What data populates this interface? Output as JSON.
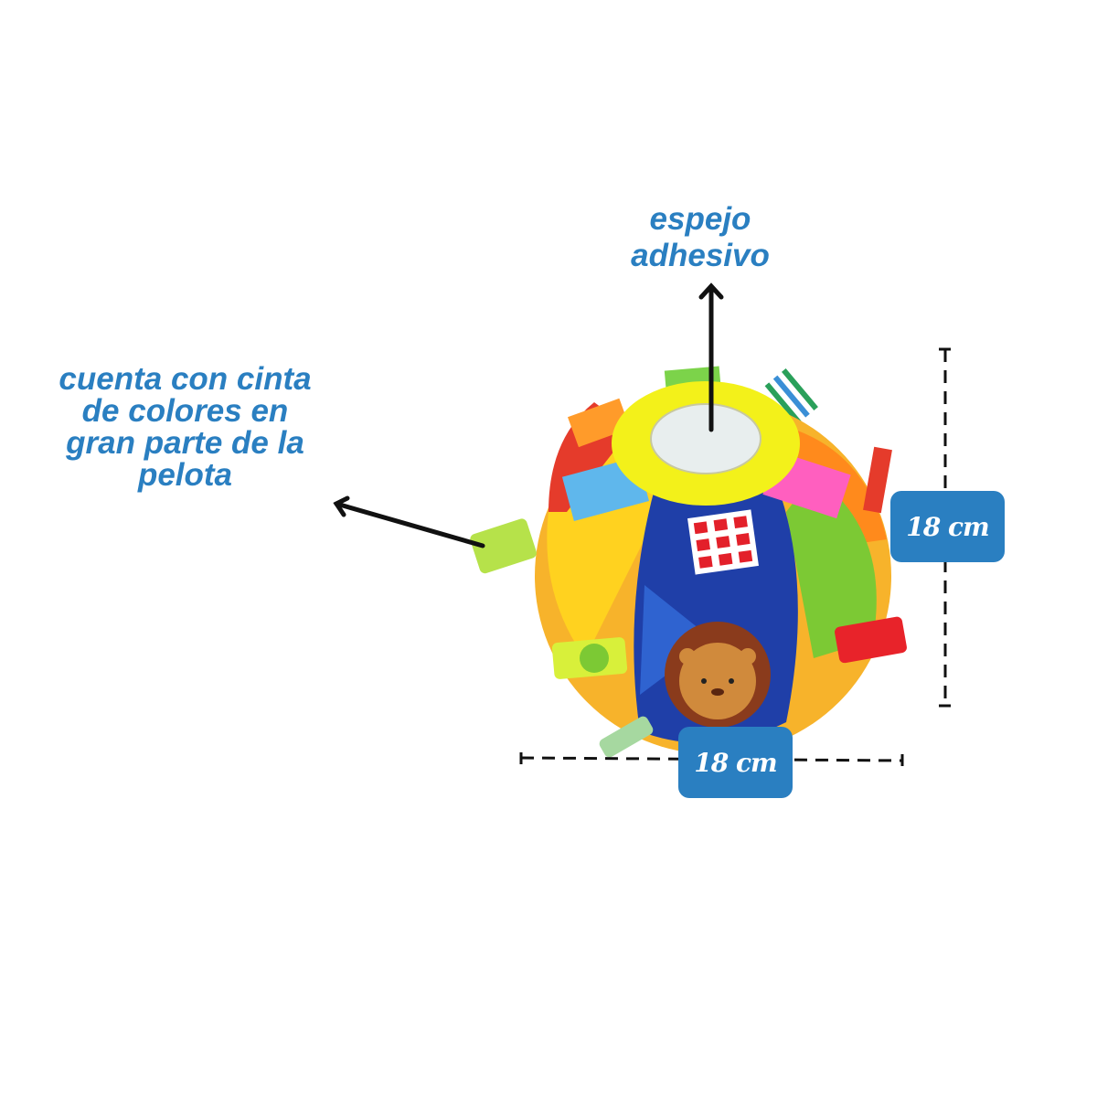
{
  "labels": {
    "mirror": [
      "espejo",
      "adhesivo"
    ],
    "ribbon": [
      "cuenta con cinta",
      "de colores en",
      "gran parte de la",
      "pelota"
    ]
  },
  "dimensions": {
    "height": "18 cm",
    "width": "18 cm"
  },
  "colors": {
    "accent_blue": "#2a7fc1",
    "arrow": "#111111",
    "background": "#ffffff"
  },
  "image": {
    "subject": "colorful plush sensory baby ball with ribbon tags, mirror, and lion face"
  }
}
